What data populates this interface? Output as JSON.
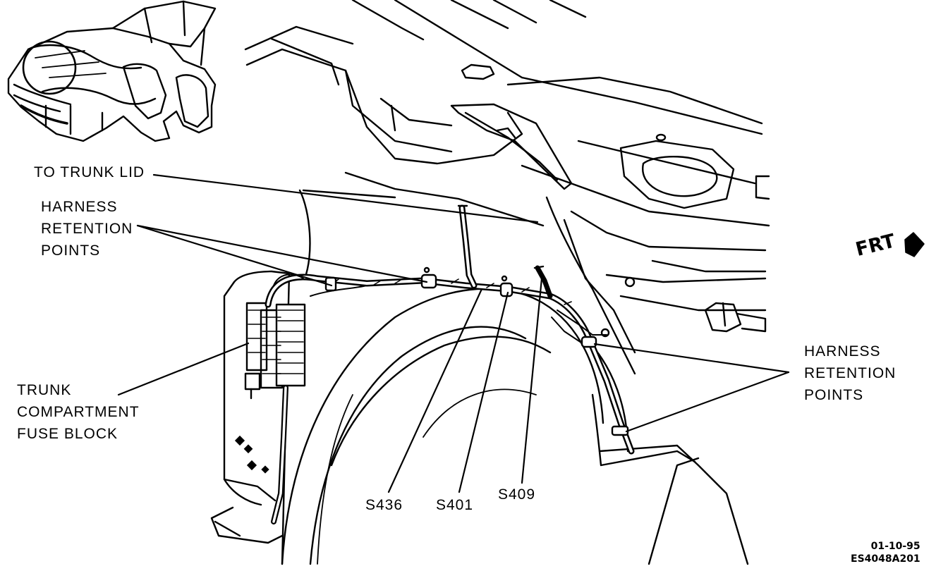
{
  "callouts": {
    "to_trunk_lid": "TO TRUNK LID",
    "harness_retention_left": [
      "HARNESS",
      "RETENTION",
      "POINTS"
    ],
    "trunk_fuse_block": [
      "TRUNK",
      "COMPARTMENT",
      "FUSE BLOCK"
    ],
    "harness_retention_right": [
      "HARNESS",
      "RETENTION",
      "POINTS"
    ]
  },
  "splices": [
    "S436",
    "S401",
    "S409"
  ],
  "orientation": {
    "label": "FRT",
    "icon": "arrow-right-icon"
  },
  "drawing": {
    "date": "01-10-95",
    "code": "ES4048A201"
  },
  "colors": {
    "ink": "#000000",
    "paper": "#ffffff"
  }
}
